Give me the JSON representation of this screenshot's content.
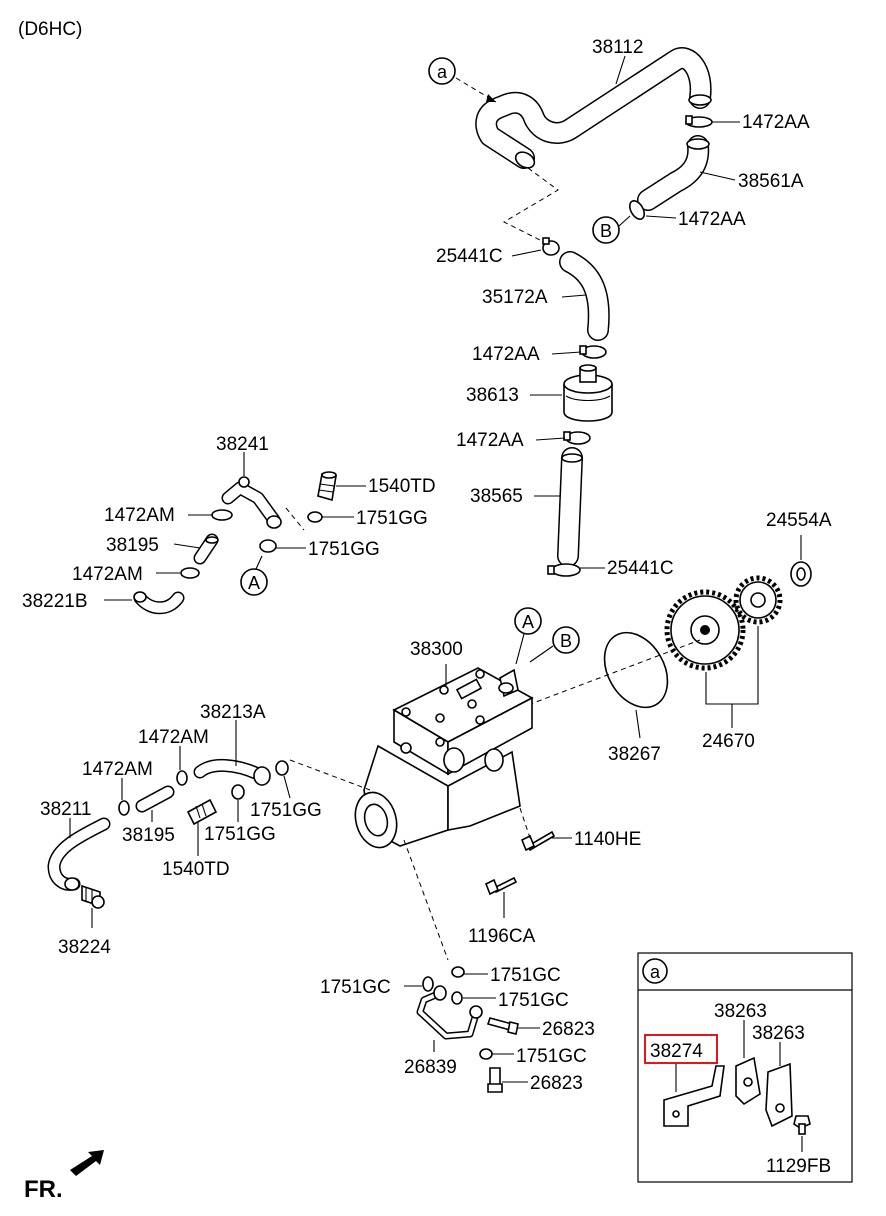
{
  "engine_code": "(D6HC)",
  "front_marker": "FR.",
  "callouts": {
    "a": "a",
    "A": "A",
    "B": "B"
  },
  "labels": {
    "p38112": "38112",
    "p1472AA_1": "1472AA",
    "p38561A": "38561A",
    "p1472AA_2": "1472AA",
    "p25441C_1": "25441C",
    "p35172A": "35172A",
    "p1472AA_3": "1472AA",
    "p38613": "38613",
    "p1472AA_4": "1472AA",
    "p38565": "38565",
    "p25441C_2": "25441C",
    "p24554A": "24554A",
    "p38241": "38241",
    "p1540TD_1": "1540TD",
    "p1472AM_1": "1472AM",
    "p1751GG_1": "1751GG",
    "p38195_1": "38195",
    "p1751GG_2": "1751GG",
    "p1472AM_2": "1472AM",
    "p38221B": "38221B",
    "p38300": "38300",
    "p38267": "38267",
    "p24670": "24670",
    "p38213A": "38213A",
    "p1472AM_3": "1472AM",
    "p1472AM_4": "1472AM",
    "p38211": "38211",
    "p1751GG_3": "1751GG",
    "p38195_2": "38195",
    "p1751GG_4": "1751GG",
    "p1540TD_2": "1540TD",
    "p1140HE": "1140HE",
    "p38224": "38224",
    "p1196CA": "1196CA",
    "p1751GC_1": "1751GC",
    "p1751GC_2": "1751GC",
    "p1751GC_3": "1751GC",
    "p26823_1": "26823",
    "p1751GC_4": "1751GC",
    "p26839": "26839",
    "p26823_2": "26823"
  },
  "detail_box": {
    "tag": "a",
    "labels": {
      "p38263_1": "38263",
      "p38263_2": "38263",
      "p38274": "38274",
      "p1129FB": "1129FB"
    },
    "highlight_color": "#e8141c"
  }
}
